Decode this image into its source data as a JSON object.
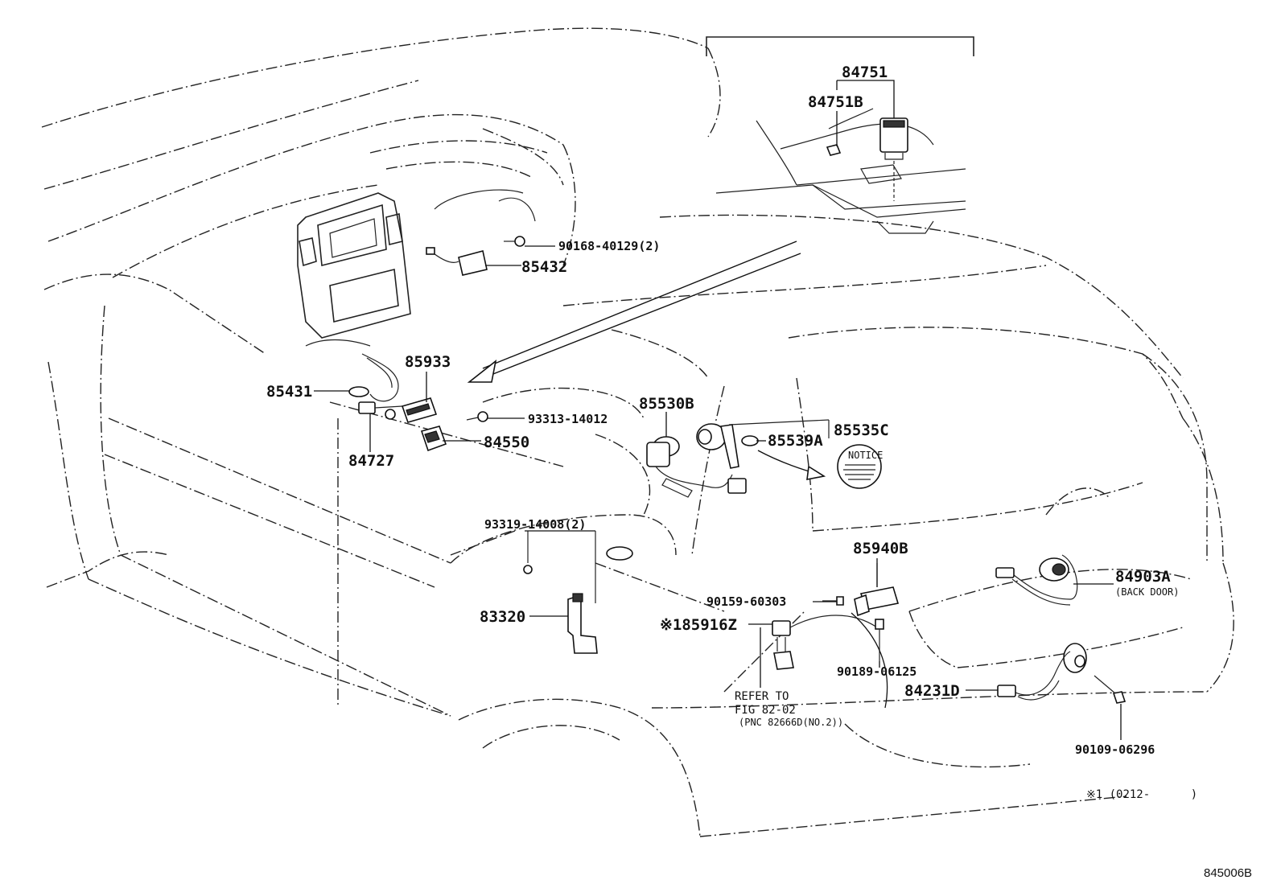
{
  "parts": {
    "p84751": "84751",
    "p84751b": "84751B",
    "p90168": "90168-40129(2)",
    "p85432": "85432",
    "p85933": "85933",
    "p85431": "85431",
    "p84727": "84727",
    "p93313": "93313-14012",
    "p84550": "84550",
    "p85530b": "85530B",
    "p85535c": "85535C",
    "p85539a": "85539A",
    "p93319": "93319-14008(2)",
    "p85940b": "85940B",
    "p84903a": "84903A",
    "p84903a_note": "(BACK DOOR)",
    "p83320": "83320",
    "p90159": "90159-60303",
    "p85916z": "※185916Z",
    "p90189": "90189-06125",
    "p84231d": "84231D",
    "p90109": "90109-06296",
    "refer_line1": "REFER TO",
    "refer_line2": "FIG 82-02",
    "refer_line3": "(PNC 82666D(NO.2))",
    "footnote": "※1 (0212-      )",
    "figure_code": "845006B"
  },
  "icons": {
    "notice_label": "NOTICE"
  }
}
